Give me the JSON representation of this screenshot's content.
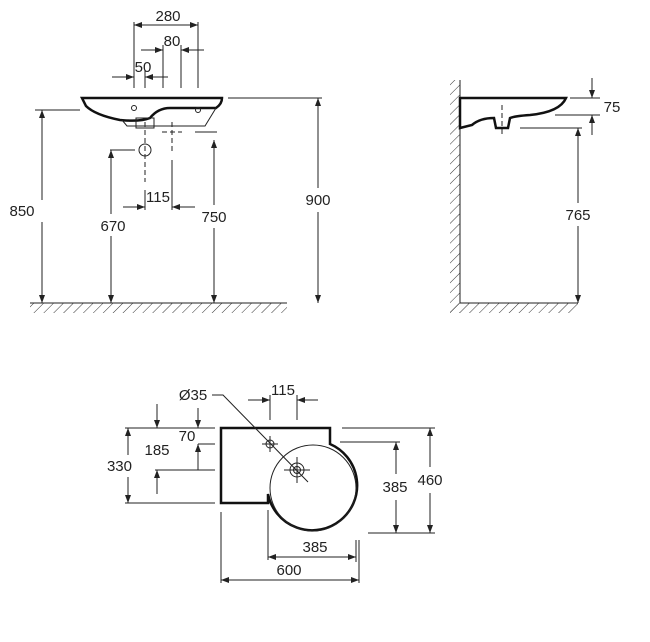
{
  "title": "Washbasin dimension drawing",
  "front_view": {
    "dims": {
      "w280": "280",
      "w80": "80",
      "w50": "50",
      "h850": "850",
      "h670": "670",
      "w115": "115",
      "h750": "750",
      "h900": "900"
    }
  },
  "side_view": {
    "dims": {
      "h75": "75",
      "h765": "765"
    }
  },
  "top_view": {
    "dims": {
      "d35": "Ø35",
      "w115": "115",
      "h70": "70",
      "h185": "185",
      "h330": "330",
      "h385": "385",
      "h460": "460",
      "w385": "385",
      "w600": "600"
    }
  },
  "colors": {
    "line": "#222222",
    "background": "#ffffff"
  }
}
